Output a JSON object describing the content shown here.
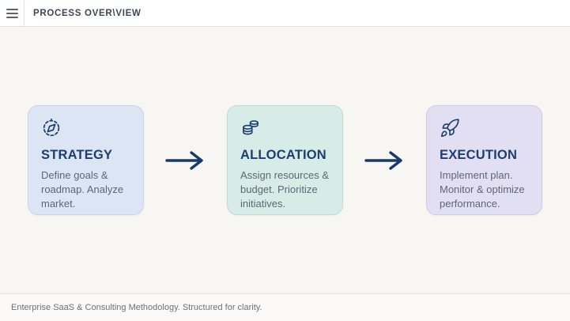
{
  "header": {
    "title": "PROCESS OVER\\VIEW",
    "menu_icon": "hamburger-icon"
  },
  "cards": [
    {
      "title": "STRATEGY",
      "description": "Define goals & roadmap. Analyze market.",
      "icon": "compass-icon",
      "bg_color": "#dce5f3"
    },
    {
      "title": "ALLOCATION",
      "description": "Assign resources & budget. Prioritize initiatives.",
      "icon": "coins-icon",
      "bg_color": "#d7ebe7"
    },
    {
      "title": "EXECUTION",
      "description": "Implement plan. Monitor & optimize performance.",
      "icon": "rocket-icon",
      "bg_color": "#e2dff2"
    }
  ],
  "arrows": {
    "glyph": "right-arrow",
    "color": "#17396b",
    "count": 2
  },
  "footer": {
    "note": "Enterprise SaaS & Consulting Methodology. Structured for clarity."
  },
  "colors": {
    "accent_navy": "#1b3e6f",
    "page_bg": "#f7f6f3",
    "header_bg": "#ffffff",
    "body_text": "#5d6774",
    "footer_text": "#68727e"
  }
}
